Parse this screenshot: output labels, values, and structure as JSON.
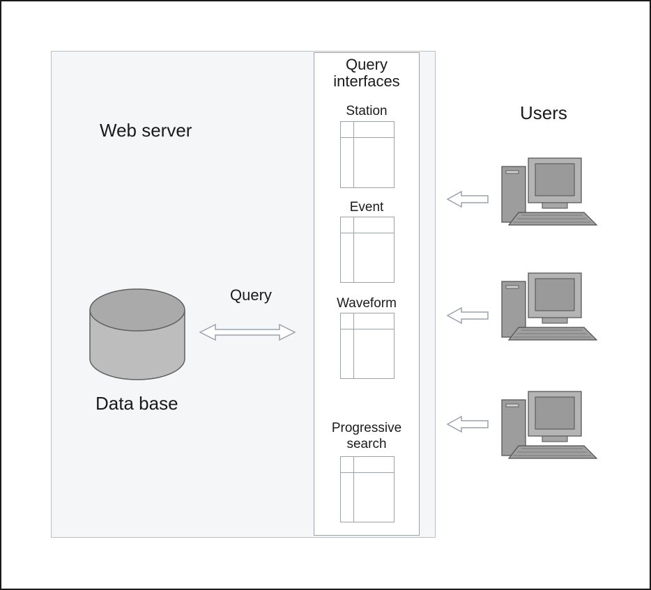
{
  "diagram": {
    "server_label": "Web server",
    "interfaces_title": [
      "Query",
      "interfaces"
    ],
    "users_label": "Users",
    "query_label": "Query",
    "database_label": "Data base",
    "interfaces": [
      {
        "label": [
          "Station"
        ]
      },
      {
        "label": [
          "Event"
        ]
      },
      {
        "label": [
          "Waveform"
        ]
      },
      {
        "label": [
          "Progressive",
          "search"
        ]
      }
    ]
  }
}
